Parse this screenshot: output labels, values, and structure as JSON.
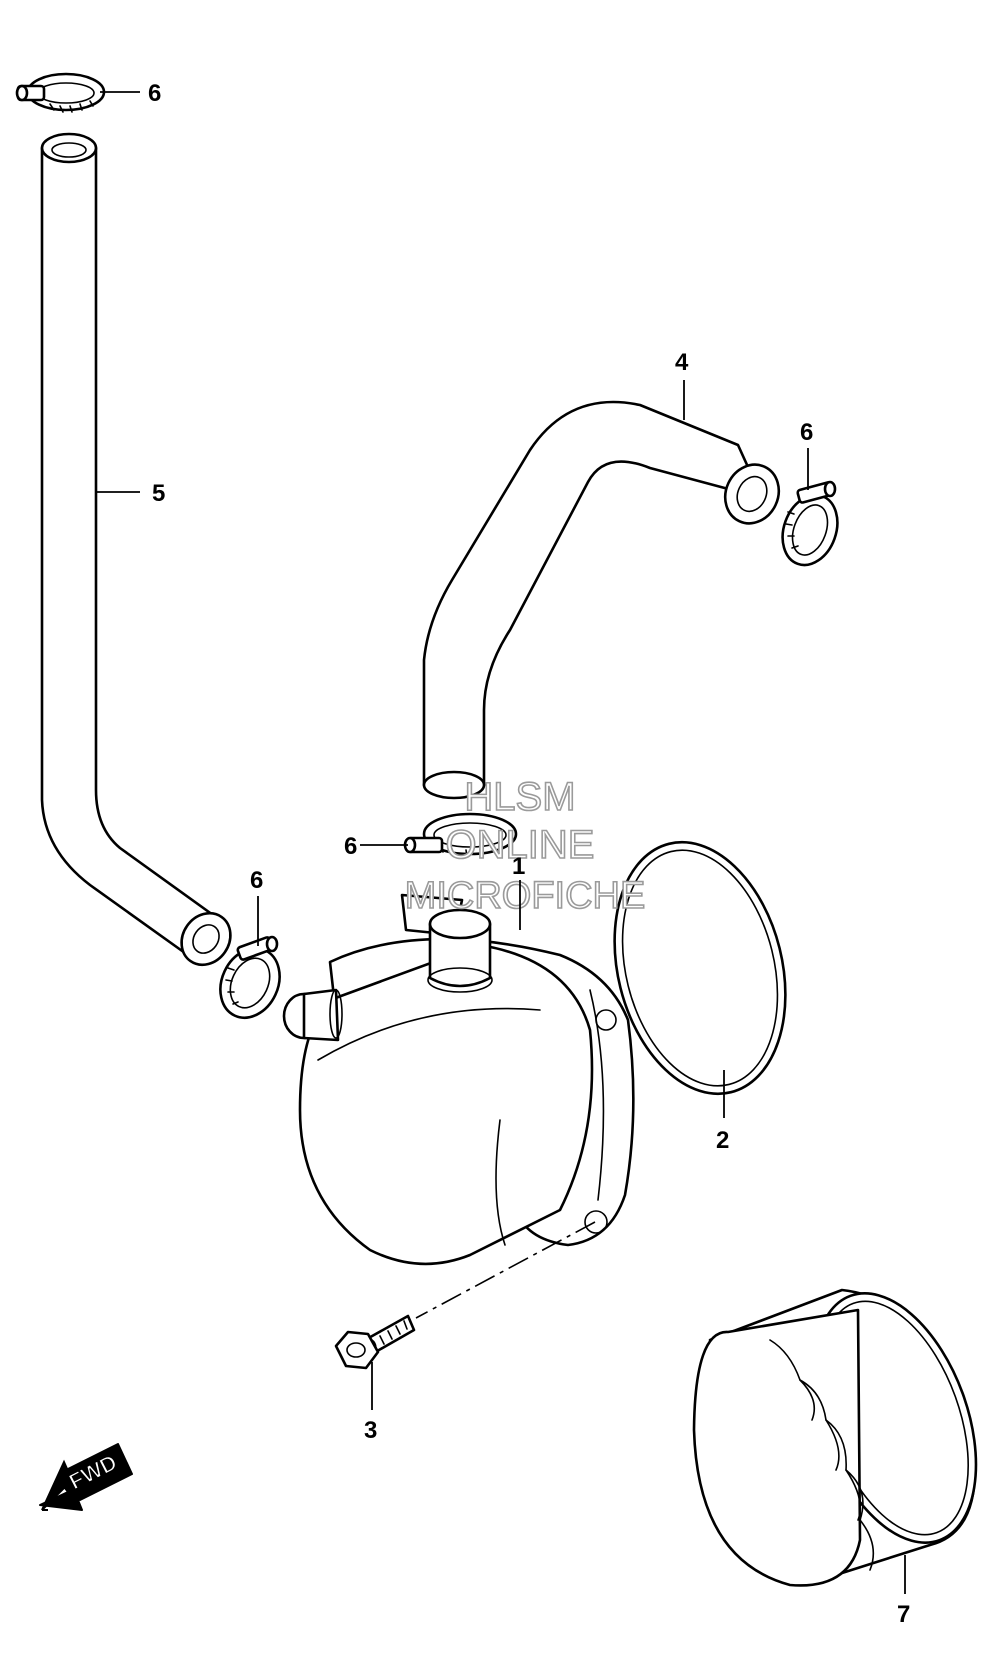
{
  "callouts": [
    {
      "id": "1",
      "label": "1",
      "part": "oil-cooler-housing"
    },
    {
      "id": "2",
      "label": "2",
      "part": "o-ring"
    },
    {
      "id": "3",
      "label": "3",
      "part": "bolt"
    },
    {
      "id": "4",
      "label": "4",
      "part": "upper-hose"
    },
    {
      "id": "5",
      "label": "5",
      "part": "long-hose"
    },
    {
      "id": "6a",
      "label": "6",
      "part": "hose-clamp"
    },
    {
      "id": "6b",
      "label": "6",
      "part": "hose-clamp"
    },
    {
      "id": "6c",
      "label": "6",
      "part": "hose-clamp"
    },
    {
      "id": "6d",
      "label": "6",
      "part": "hose-clamp"
    },
    {
      "id": "7",
      "label": "7",
      "part": "oil-filter"
    }
  ],
  "watermark": {
    "line1": "HLSM",
    "line2": "ONLINE",
    "line3": "MICROFICHE"
  },
  "direction_badge": {
    "label": "FWD",
    "icon": "fwd-arrow-icon"
  }
}
